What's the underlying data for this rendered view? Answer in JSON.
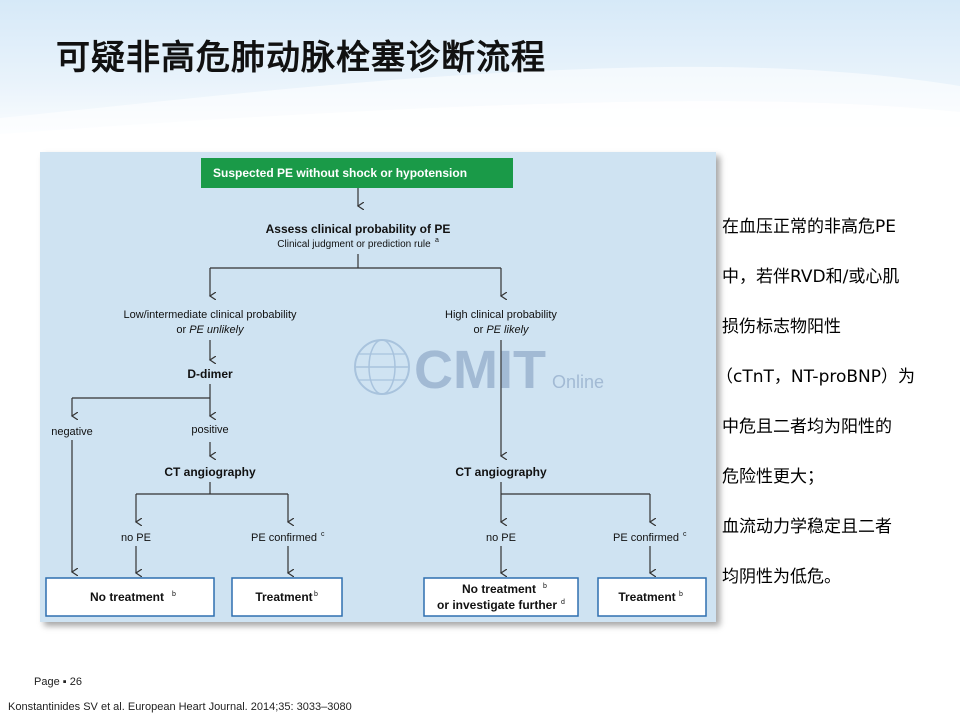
{
  "title": "可疑非高危肺动脉栓塞诊断流程",
  "flowchart": {
    "start": "Suspected PE without shock or hypotension",
    "assess_title": "Assess clinical probability of PE",
    "assess_sub": "Clinical judgment or prediction rule",
    "assess_sup": "a",
    "low_line1": "Low/intermediate clinical probability",
    "low_line2_a": "or ",
    "low_line2_b": "PE unlikely",
    "high_line1": "High clinical probability",
    "high_line2_a": "or ",
    "high_line2_b": "PE likely",
    "ddimer": "D-dimer",
    "negative": "negative",
    "positive": "positive",
    "cta_left": "CT angiography",
    "cta_right": "CT angiography",
    "nope_left": "no PE",
    "confirmed_left": "PE confirmed",
    "nope_right": "no PE",
    "confirmed_right": "PE confirmed",
    "sup_c": "c",
    "out1": "No treatment",
    "out2": "Treatment",
    "out3_line1": "No treatment",
    "out3_line2": "or investigate further",
    "out4": "Treatment",
    "sup_b": "b",
    "sup_d": "d",
    "colors": {
      "start_green": "#1a9a48",
      "box_border": "#2f6fb0",
      "panel": "#cfe3f2",
      "line": "#333333"
    }
  },
  "watermark": {
    "main": "CMIT",
    "sub": "Online"
  },
  "side_text": [
    "在血压正常的非高危PE",
    "中，若伴RVD和/或心肌",
    "损伤标志物阳性",
    "（cTnT，NT-proBNP）为",
    "中危且二者均为阳性的",
    "危险性更大；",
    "血流动力学稳定且二者",
    "均阴性为低危。"
  ],
  "page_label": "Page ▪ 26",
  "reference": "Konstantinides SV et al. European Heart Journal. 2014;35: 3033–3080"
}
